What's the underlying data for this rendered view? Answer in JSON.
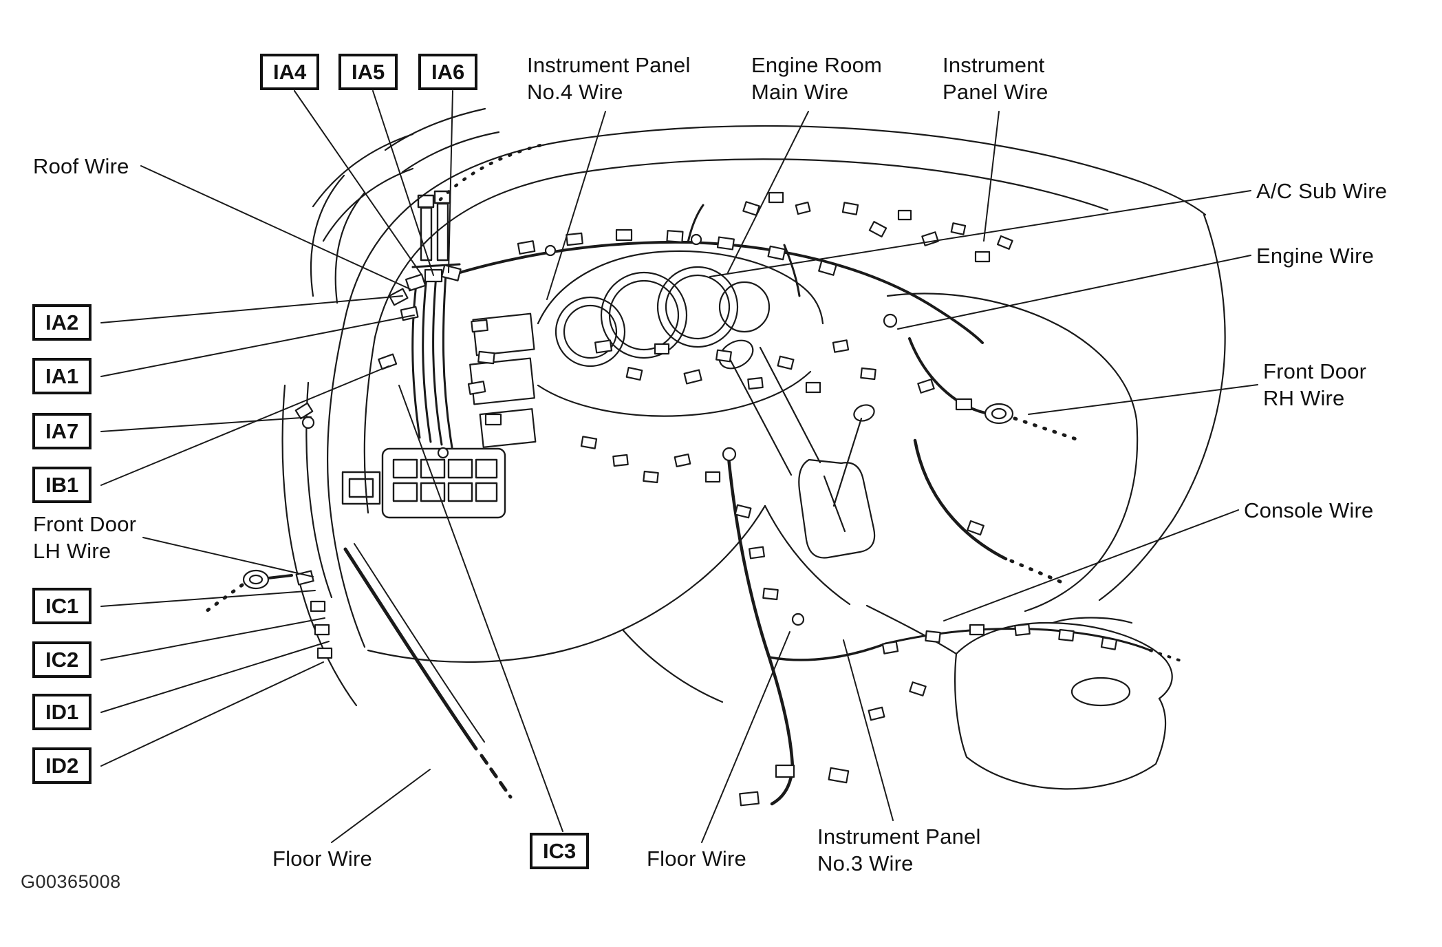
{
  "figure": {
    "code": "G00365008"
  },
  "connector_boxes": {
    "ia4": "IA4",
    "ia5": "IA5",
    "ia6": "IA6",
    "ia2": "IA2",
    "ia1": "IA1",
    "ia7": "IA7",
    "ib1": "IB1",
    "ic1": "IC1",
    "ic2": "IC2",
    "id1": "ID1",
    "id2": "ID2",
    "ic3": "IC3"
  },
  "wire_labels": {
    "roof_wire": "Roof Wire",
    "instrument_panel_no4_wire": "Instrument Panel\nNo.4 Wire",
    "engine_room_main_wire": "Engine Room\nMain Wire",
    "instrument_panel_wire": "Instrument\nPanel Wire",
    "ac_sub_wire": "A/C Sub Wire",
    "engine_wire": "Engine Wire",
    "front_door_rh_wire": "Front Door\nRH Wire",
    "console_wire": "Console Wire",
    "front_door_lh_wire": "Front Door\nLH Wire",
    "floor_wire_left": "Floor Wire",
    "floor_wire_right": "Floor Wire",
    "instrument_panel_no3_wire": "Instrument Panel\nNo.3 Wire"
  }
}
